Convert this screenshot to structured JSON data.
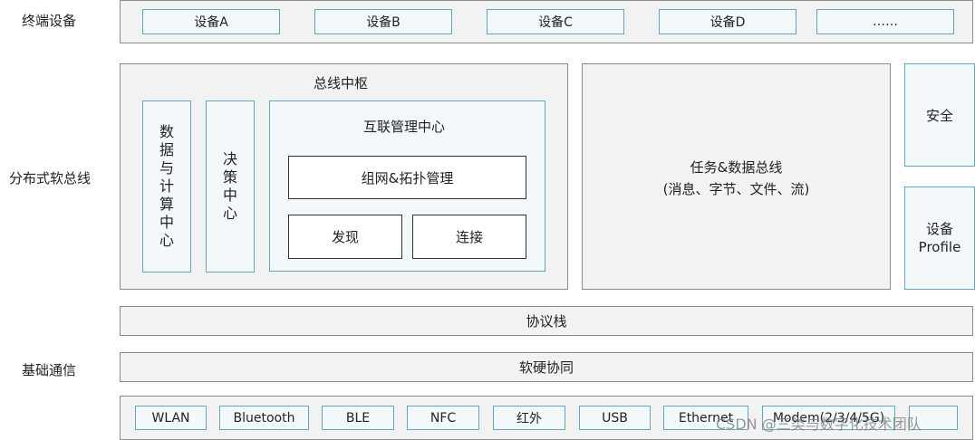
{
  "rows": {
    "terminal": "终端设备",
    "softbus": "分布式软总线",
    "basic": "基础通信"
  },
  "devices": [
    "设备A",
    "设备B",
    "设备C",
    "设备D",
    "……"
  ],
  "hub": {
    "title": "总线中枢",
    "data_compute": "数据与计算中心",
    "decision": "决策中心",
    "interconnect": {
      "title": "互联管理中心",
      "networking": "组网&拓扑管理",
      "discovery": "发现",
      "connect": "连接"
    }
  },
  "task_bus": {
    "line1": "任务&数据总线",
    "line2": "(消息、字节、文件、流)"
  },
  "security": "安全",
  "device_profile": "设备\nProfile",
  "protocol_stack": "协议栈",
  "hw_sw": "软硬协同",
  "comm": [
    "WLAN",
    "Bluetooth",
    "BLE",
    "NFC",
    "红外",
    "USB",
    "Ethernet",
    "Modem(2/3/4/5G)",
    ""
  ],
  "watermark": "CSDN @三类与数字化技术团队"
}
